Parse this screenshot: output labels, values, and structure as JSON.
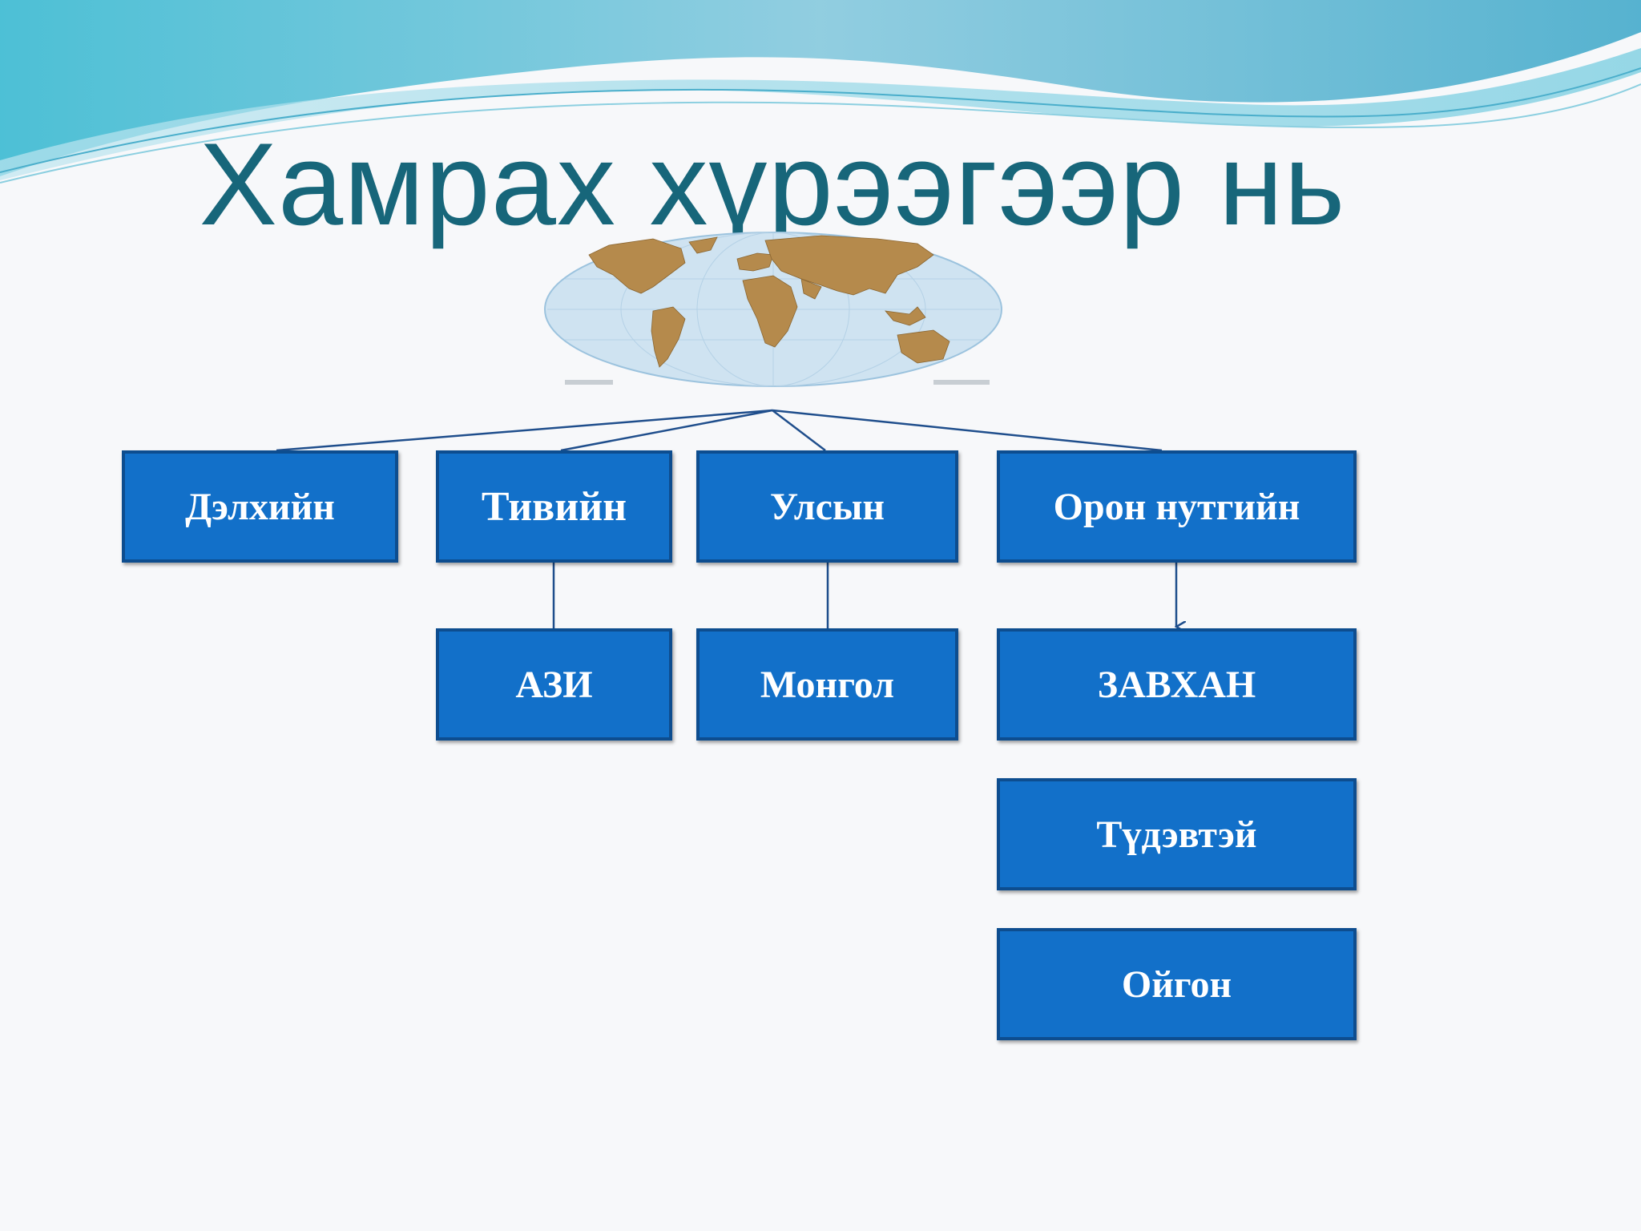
{
  "title": "Хамрах хүрээгээр нь",
  "colors": {
    "title": "#17667a",
    "box_fill": "#1270c9",
    "box_border": "#0d4d8f",
    "connector": "#1f4e8c",
    "wave_dark": "#5bb8d6",
    "wave_light": "#a9dcea"
  },
  "image": {
    "icon": "world-map-icon"
  },
  "levels": {
    "world": "Дэлхийн",
    "continent": "Тивийн",
    "state": "Улсын",
    "local": "Орон нутгийн"
  },
  "examples": {
    "continent": "АЗИ",
    "state": "Монгол",
    "local": [
      "ЗАВХАН",
      "Түдэвтэй",
      "Ойгон"
    ]
  }
}
